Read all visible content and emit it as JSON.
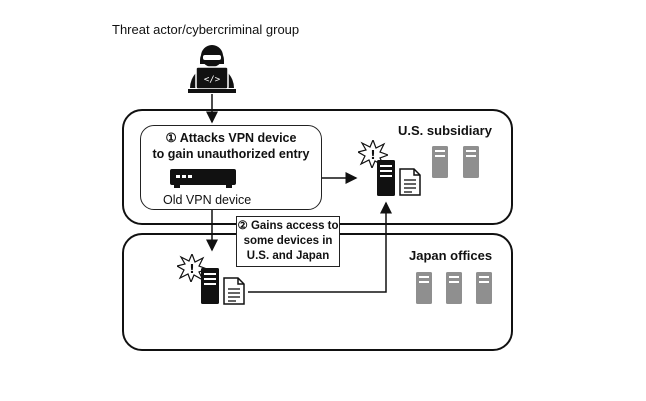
{
  "threat_actor": {
    "label": "Threat actor/cybercriminal group",
    "icon": "hacker-icon"
  },
  "us_subsidiary": {
    "label": "U.S. subsidiary"
  },
  "japan_offices": {
    "label": "Japan offices"
  },
  "step1": {
    "line1": "① Attacks VPN device",
    "line2": "to gain unauthorized entry"
  },
  "vpn_device": {
    "label": "Old VPN device",
    "icon": "vpn-router-icon"
  },
  "step2": {
    "line1": "② Gains access to",
    "line2": "some devices in",
    "line3": "U.S. and Japan"
  },
  "colors": {
    "server_gray": "#8f8f8f",
    "outline": "#111111",
    "compromised": "#111111"
  }
}
